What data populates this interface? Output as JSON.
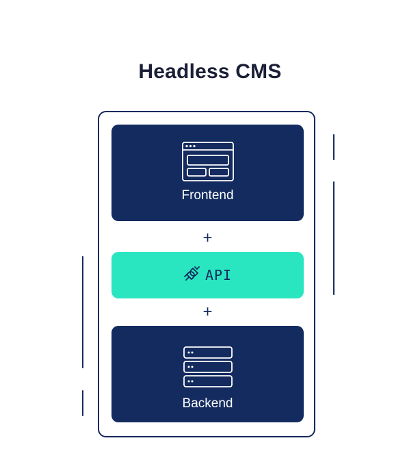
{
  "title": "Headless CMS",
  "blocks": {
    "frontend": {
      "label": "Frontend",
      "icon": "browser-window-icon"
    },
    "api": {
      "label": "API",
      "icon": "plug-connector-icon"
    },
    "backend": {
      "label": "Backend",
      "icon": "server-stack-icon"
    }
  },
  "connectors": {
    "plus_1": "+",
    "plus_2": "+"
  },
  "colors": {
    "navy": "#142b5f",
    "accent": "#2ae6c0",
    "title": "#1a1f36",
    "background": "#ffffff"
  }
}
